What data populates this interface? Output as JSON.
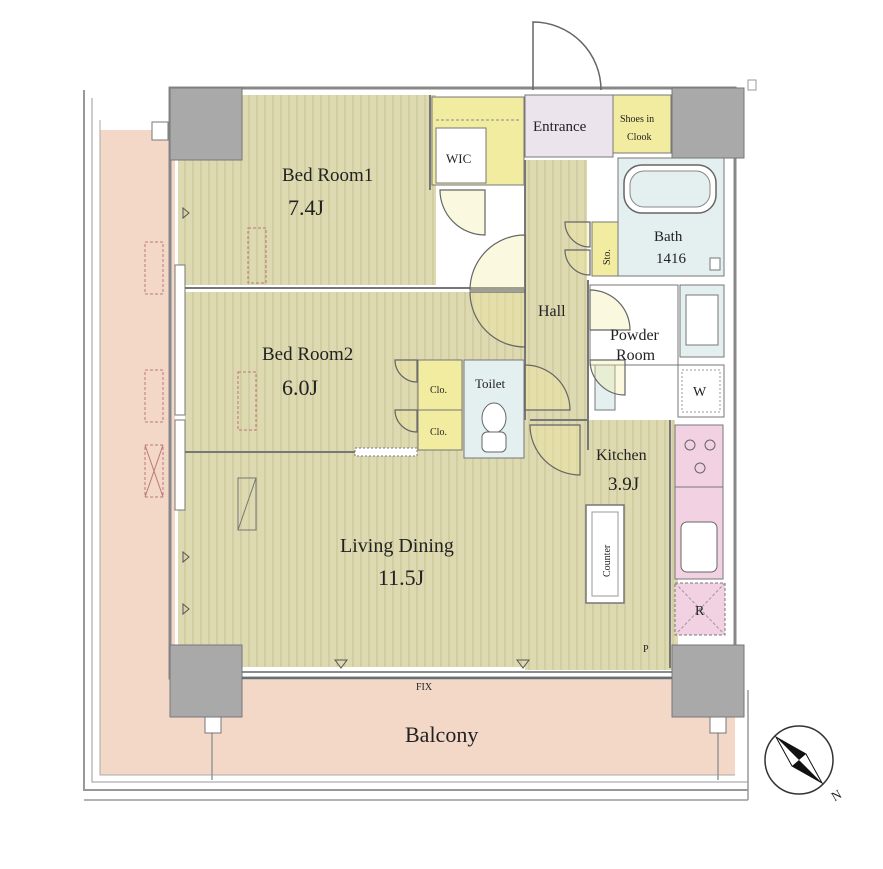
{
  "rooms": {
    "bed1": {
      "name": "Bed Room1",
      "size": "7.4J"
    },
    "bed2": {
      "name": "Bed Room2",
      "size": "6.0J"
    },
    "living": {
      "name": "Living Dining",
      "size": "11.5J"
    },
    "kitchen": {
      "name": "Kitchen",
      "size": "3.9J"
    },
    "bath": {
      "name": "Bath",
      "code": "1416"
    },
    "powder": {
      "line1": "Powder",
      "line2": "Room"
    },
    "hall": "Hall",
    "entrance": "Entrance",
    "shoes": {
      "line1": "Shoes in",
      "line2": "Clook"
    },
    "wic": "WIC",
    "toilet": "Toilet",
    "sto": "Sto.",
    "clo1": "Clo.",
    "clo2": "Clo.",
    "washer": "W",
    "fridge": "R",
    "counter": "Counter",
    "balcony": "Balcony",
    "fix": "FIX",
    "p_mark": "P",
    "north": "N"
  },
  "colors": {
    "floor": "#ddd9b0",
    "stripe": "#cbc696",
    "balcony": "#f3d8c8",
    "pillar": "#a9a9a9",
    "wall": "#777777",
    "wet": "#e4f0ef",
    "closet": "#f2eca0",
    "entrance": "#ece4ec",
    "kitchen_unit": "#f2d2e2"
  }
}
